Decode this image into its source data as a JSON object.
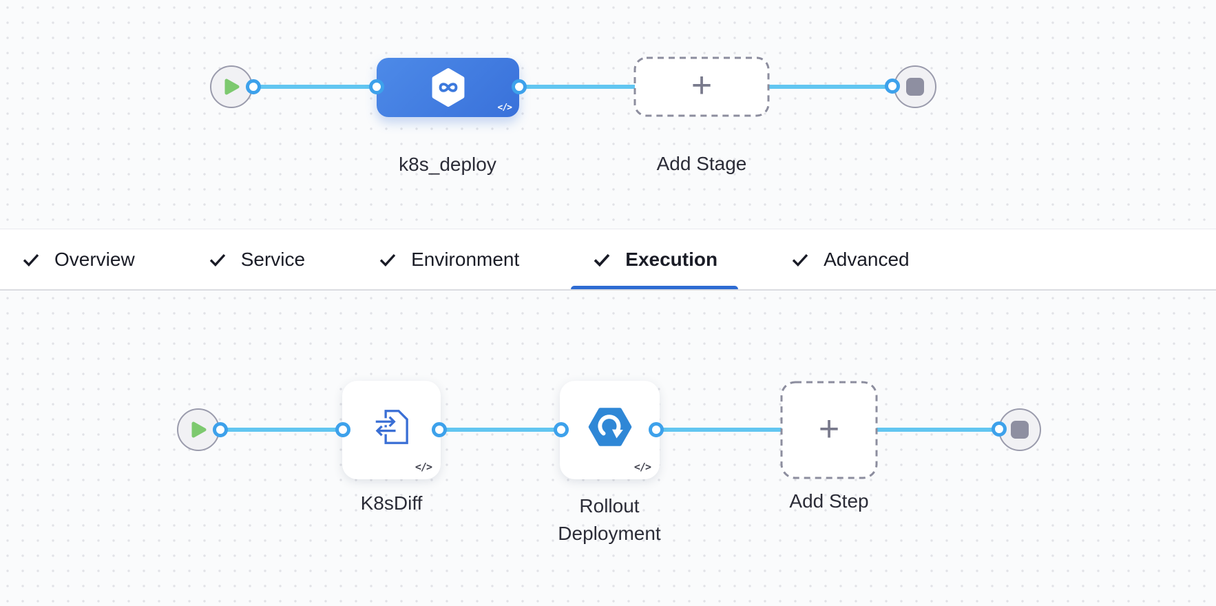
{
  "stage_canvas": {
    "stage_label": "k8s_deploy",
    "add_stage_label": "Add Stage",
    "plus_glyph": "+",
    "code_badge": "</>"
  },
  "tab_bar": {
    "tabs": [
      {
        "label": "Overview",
        "checked": true,
        "active": false
      },
      {
        "label": "Service",
        "checked": true,
        "active": false
      },
      {
        "label": "Environment",
        "checked": true,
        "active": false
      },
      {
        "label": "Execution",
        "checked": true,
        "active": true
      },
      {
        "label": "Advanced",
        "checked": true,
        "active": false
      }
    ]
  },
  "execution_canvas": {
    "steps": [
      {
        "label": "K8sDiff",
        "icon": "file-diff-icon"
      },
      {
        "label": "Rollout Deployment",
        "icon": "rollout-hexagon-icon"
      }
    ],
    "add_step_label": "Add Step",
    "plus_glyph": "+",
    "code_badge": "</>"
  },
  "icons": {
    "start_node": "play-icon",
    "end_node": "stop-icon",
    "stage_icon": "harness-hexagon-infinity-icon",
    "tab_state": "check-icon"
  },
  "colors": {
    "canvas_background": "#fafbfc",
    "canvas_dots": "#e1e2e7",
    "connector_line": "#62c6f1",
    "port_ring": "#3da1eb",
    "stage_gradient_start": "#4d8ae8",
    "stage_gradient_end": "#3971da",
    "active_tab_underline": "#2d6bd2",
    "play_triangle": "#7dc96f",
    "stop_square": "#8e8fa1",
    "step_icon_blue": "#3a6fd5",
    "rollout_hexagon_blue": "#2f87d6",
    "label_text": "#2b2c37",
    "tab_text": "#1a1c26"
  }
}
